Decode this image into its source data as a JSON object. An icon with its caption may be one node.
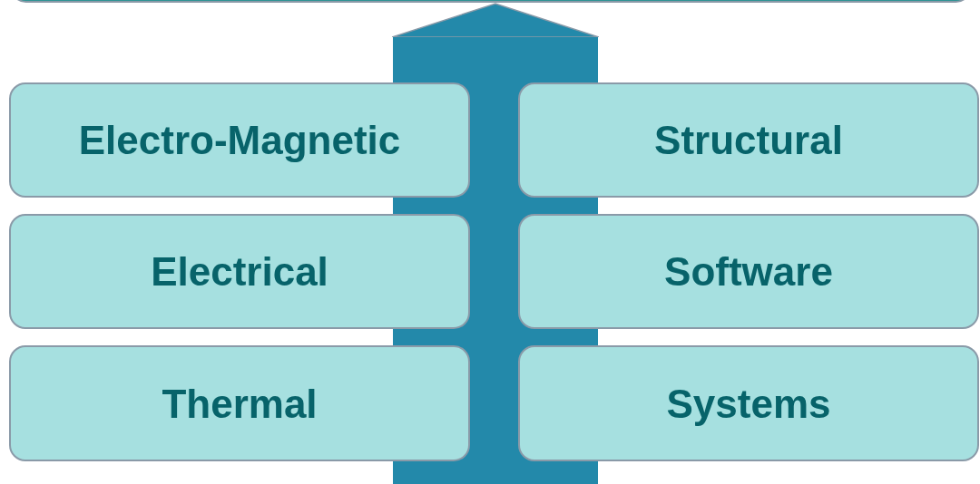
{
  "diagram": {
    "nodes": [
      {
        "text": [
          "Electro-Magnetic"
        ]
      },
      {
        "text": [
          "Structural"
        ]
      },
      {
        "text": [
          "Electrical"
        ]
      },
      {
        "text": [
          "Software"
        ]
      },
      {
        "text": [
          "Thermal"
        ]
      },
      {
        "text": [
          "Systems"
        ]
      },
      {
        "text": [],
        "shape": "box"
      }
    ],
    "edges": [
      {
        "from": null,
        "to": 6,
        "arrow": "to"
      }
    ]
  }
}
